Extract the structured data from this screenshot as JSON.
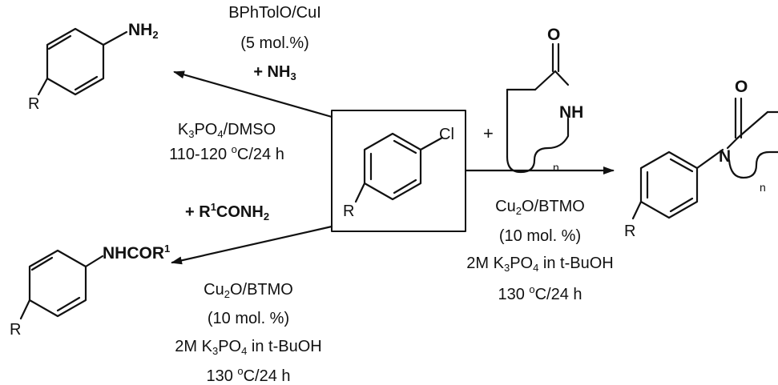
{
  "scheme": {
    "substrate": {
      "label_r": "R",
      "label_cl": "Cl",
      "plus": "+"
    },
    "lactam": {
      "label_o": "O",
      "label_nh": "NH",
      "label_n": "n"
    },
    "top_left": {
      "product": {
        "label_nh2": "NH",
        "nh2_sub": "2",
        "label_r": "R"
      },
      "cond1": "BPhTolO/CuI",
      "cond2": "(5 mol.%)",
      "reagent": "+ NH",
      "reagent_sub": "3",
      "cond3_a": "K",
      "cond3_sub1": "3",
      "cond3_b": "PO",
      "cond3_sub2": "4",
      "cond3_c": "/DMSO",
      "cond4_a": "110-120 ",
      "cond4_sup": "o",
      "cond4_b": "C/24 h"
    },
    "bottom_left": {
      "product": {
        "label_a": "NHCOR",
        "label_sup": "1",
        "label_r": "R"
      },
      "reagent_a": "+ R",
      "reagent_sup": "1",
      "reagent_b": "CONH",
      "reagent_sub": "2",
      "cond1_a": "Cu",
      "cond1_sub": "2",
      "cond1_b": "O/BTMO",
      "cond2": "(10 mol. %)",
      "cond3_a": "2M K",
      "cond3_sub1": "3",
      "cond3_b": "PO",
      "cond3_sub2": "4",
      "cond3_c": " in t-BuOH",
      "cond4_a": "130 ",
      "cond4_sup": "o",
      "cond4_b": "C/24 h"
    },
    "right": {
      "product": {
        "label_o": "O",
        "label_n": "N",
        "label_idx": "n",
        "label_r": "R"
      },
      "cond1_a": "Cu",
      "cond1_sub": "2",
      "cond1_b": "O/BTMO",
      "cond2": "(10 mol. %)",
      "cond3_a": "2M K",
      "cond3_sub1": "3",
      "cond3_b": "PO",
      "cond3_sub2": "4",
      "cond3_c": " in t-BuOH",
      "cond4_a": "130 ",
      "cond4_sup": "o",
      "cond4_b": "C/24 h"
    }
  }
}
